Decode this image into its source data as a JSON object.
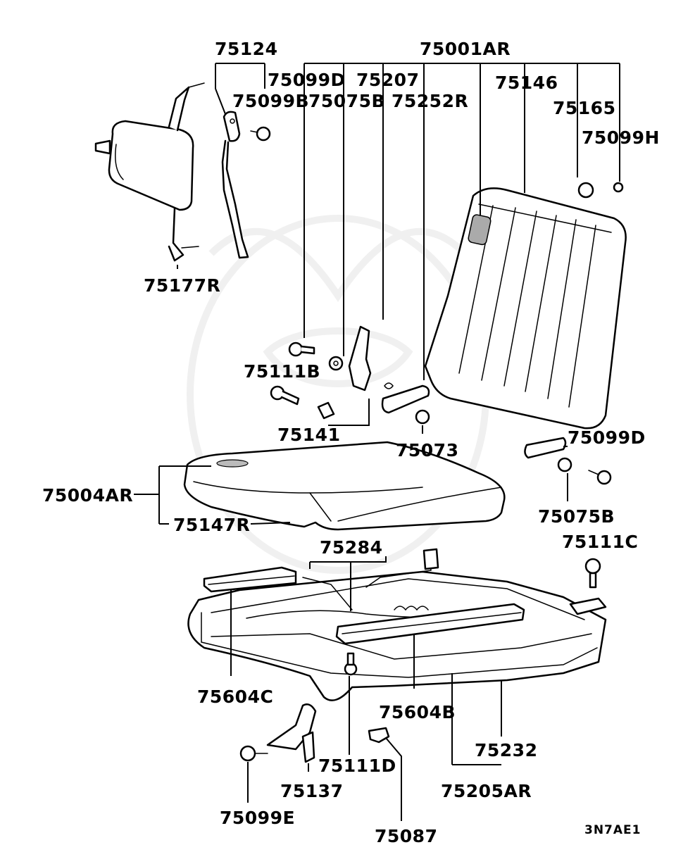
{
  "labels": {
    "p75124": "75124",
    "p75001AR": "75001AR",
    "p75099D_top": "75099D",
    "p75207": "75207",
    "p75099B": "75099B",
    "p75075B_top": "75075B",
    "p75252R": "75252R",
    "p75146": "75146",
    "p75165": "75165",
    "p75099H": "75099H",
    "p75177R": "75177R",
    "p75111B": "75111B",
    "p75141": "75141",
    "p75073": "75073",
    "p75099D_right": "75099D",
    "p75004AR": "75004AR",
    "p75075B_right": "75075B",
    "p75147R": "75147R",
    "p75284": "75284",
    "p75111C": "75111C",
    "p75604C": "75604C",
    "p75604B": "75604B",
    "p75232": "75232",
    "p75111D": "75111D",
    "p75137": "75137",
    "p75205AR": "75205AR",
    "p75099E": "75099E",
    "p75087": "75087"
  },
  "diagram_code": "3N7AE1"
}
